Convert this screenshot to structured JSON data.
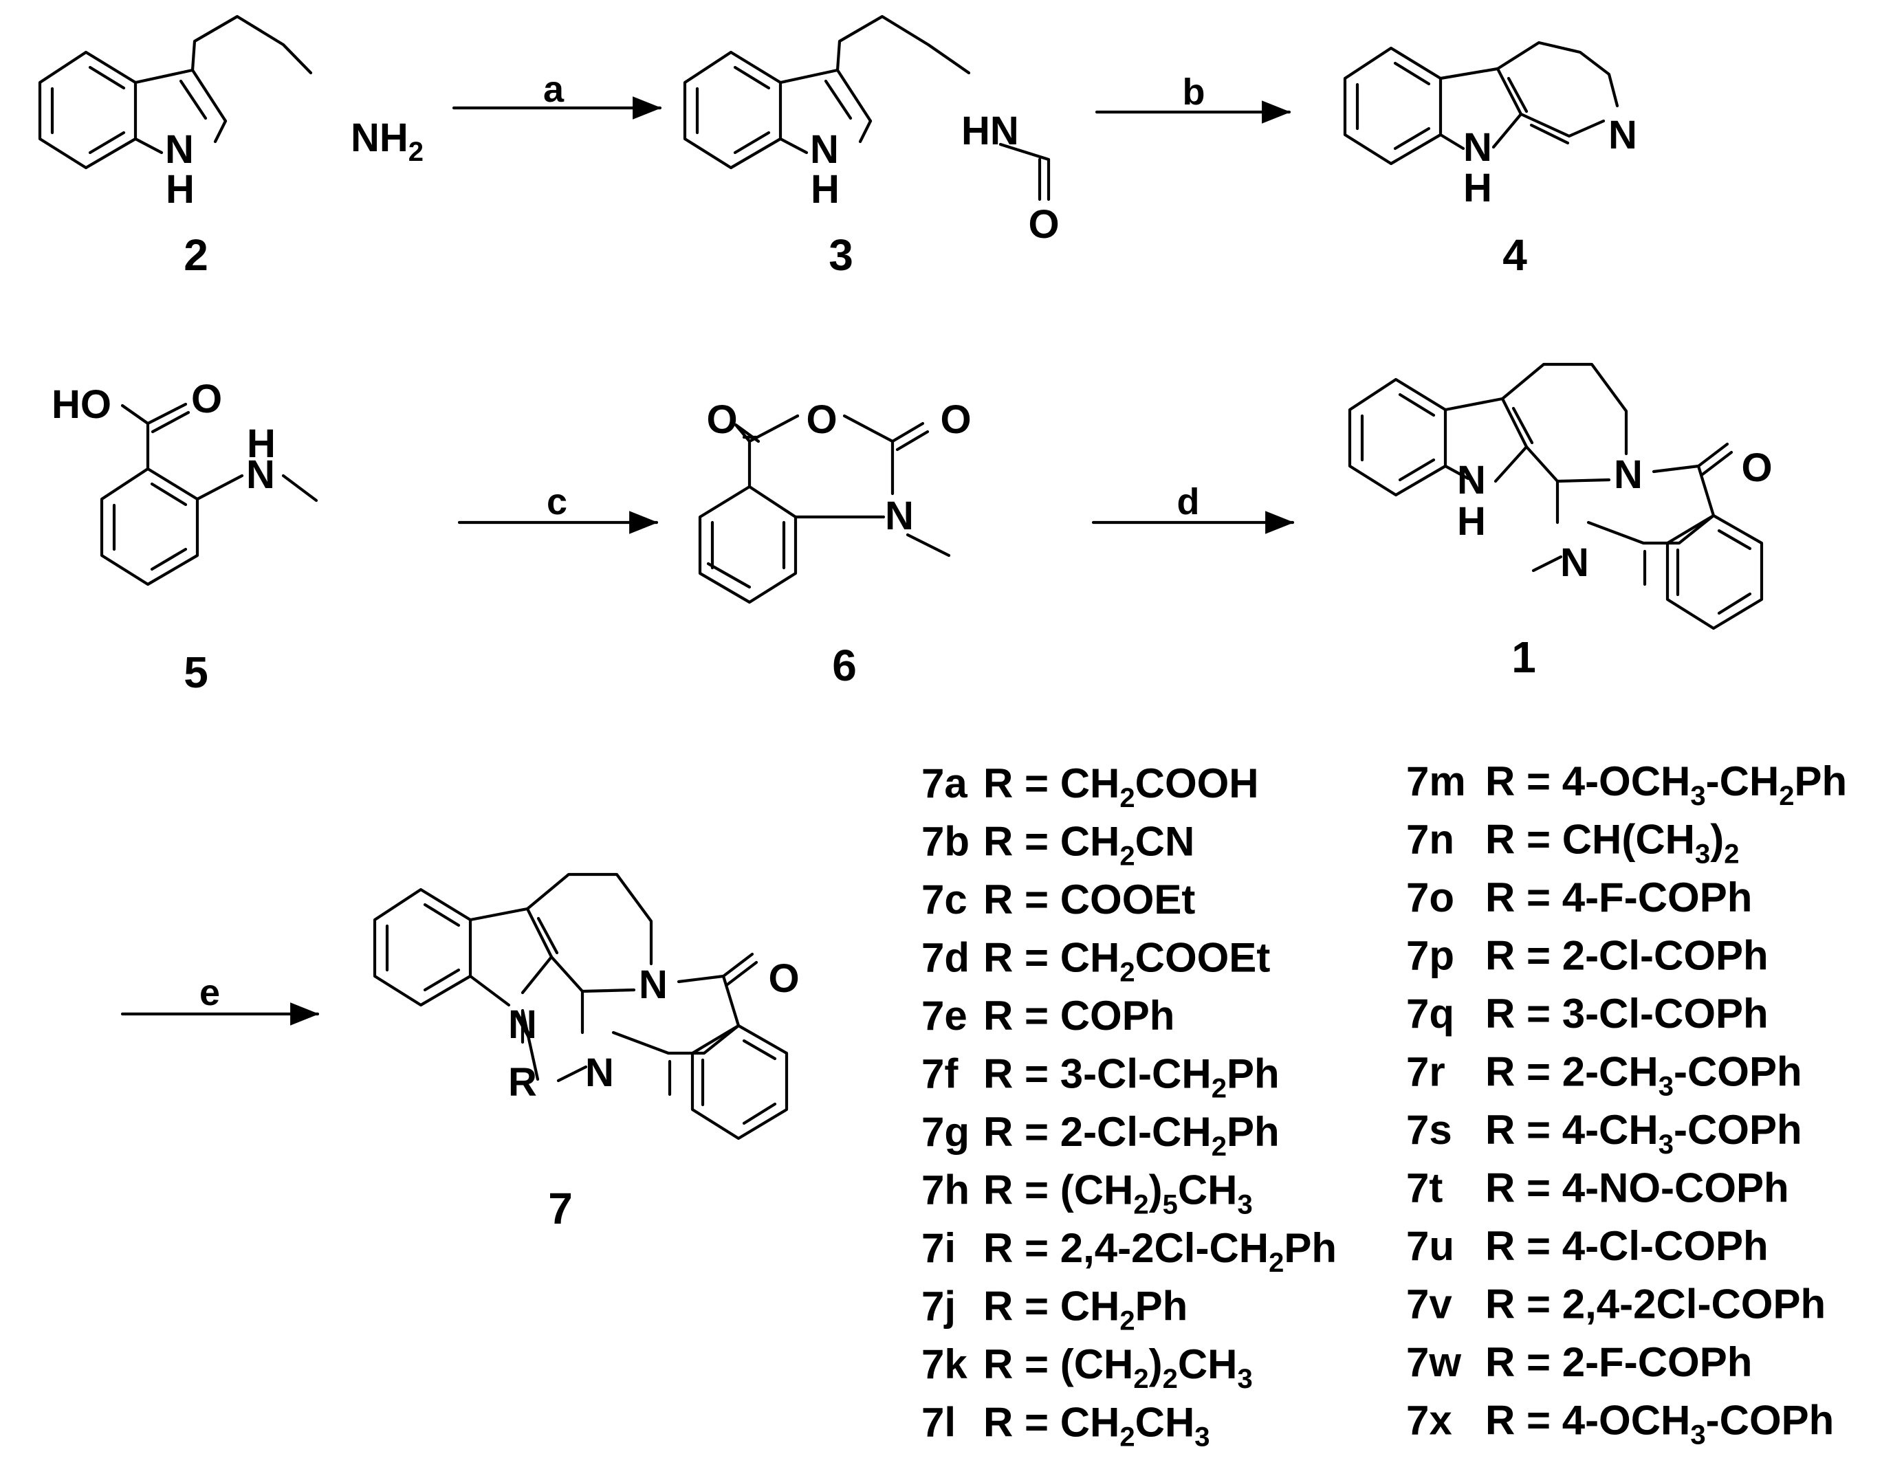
{
  "compounds": {
    "c2": "2",
    "c3": "3",
    "c4": "4",
    "c5": "5",
    "c6": "6",
    "c1": "1",
    "c7": "7"
  },
  "reagents": {
    "a": "a",
    "b": "b",
    "c": "c",
    "d": "d",
    "e": "e"
  },
  "atoms": {
    "N": "N",
    "H": "H",
    "O": "O",
    "R": "R",
    "NH": "NH",
    "HN": "HN",
    "HO": "HO",
    "NH2": "NH",
    "sub2": "2"
  },
  "substituents_left": [
    {
      "id": "7a",
      "parts": [
        {
          "t": "R = CH"
        },
        {
          "s": "2"
        },
        {
          "t": "COOH"
        }
      ]
    },
    {
      "id": "7b",
      "parts": [
        {
          "t": "R = CH"
        },
        {
          "s": "2"
        },
        {
          "t": "CN"
        }
      ]
    },
    {
      "id": "7c",
      "parts": [
        {
          "t": "R = COOEt"
        }
      ]
    },
    {
      "id": "7d",
      "parts": [
        {
          "t": "R = CH"
        },
        {
          "s": "2"
        },
        {
          "t": "COOEt"
        }
      ]
    },
    {
      "id": "7e",
      "parts": [
        {
          "t": "R = COPh"
        }
      ]
    },
    {
      "id": "7f",
      "parts": [
        {
          "t": "R = 3-Cl-CH"
        },
        {
          "s": "2"
        },
        {
          "t": "Ph"
        }
      ]
    },
    {
      "id": "7g",
      "parts": [
        {
          "t": "R = 2-Cl-CH"
        },
        {
          "s": "2"
        },
        {
          "t": "Ph"
        }
      ]
    },
    {
      "id": "7h",
      "parts": [
        {
          "t": "R = (CH"
        },
        {
          "s": "2"
        },
        {
          "t": ")"
        },
        {
          "s": "5"
        },
        {
          "t": "CH"
        },
        {
          "s": "3"
        }
      ]
    },
    {
      "id": "7i",
      "parts": [
        {
          "t": "R = 2,4-2Cl-CH"
        },
        {
          "s": "2"
        },
        {
          "t": "Ph"
        }
      ]
    },
    {
      "id": "7j",
      "parts": [
        {
          "t": "R = CH"
        },
        {
          "s": "2"
        },
        {
          "t": "Ph"
        }
      ]
    },
    {
      "id": "7k",
      "parts": [
        {
          "t": "R = (CH"
        },
        {
          "s": "2"
        },
        {
          "t": ")"
        },
        {
          "s": "2"
        },
        {
          "t": "CH"
        },
        {
          "s": "3"
        }
      ]
    },
    {
      "id": "7l",
      "parts": [
        {
          "t": "R = CH"
        },
        {
          "s": "2"
        },
        {
          "t": "CH"
        },
        {
          "s": "3"
        }
      ]
    }
  ],
  "substituents_right": [
    {
      "id": "7m",
      "parts": [
        {
          "t": "R = 4-OCH"
        },
        {
          "s": "3"
        },
        {
          "t": "-CH"
        },
        {
          "s": "2"
        },
        {
          "t": "Ph"
        }
      ]
    },
    {
      "id": "7n",
      "parts": [
        {
          "t": "R = CH(CH"
        },
        {
          "s": "3"
        },
        {
          "t": ")"
        },
        {
          "s": "2"
        }
      ]
    },
    {
      "id": "7o",
      "parts": [
        {
          "t": "R = 4-F-COPh"
        }
      ]
    },
    {
      "id": "7p",
      "parts": [
        {
          "t": "R = 2-Cl-COPh"
        }
      ]
    },
    {
      "id": "7q",
      "parts": [
        {
          "t": "R = 3-Cl-COPh"
        }
      ]
    },
    {
      "id": "7r",
      "parts": [
        {
          "t": "R = 2-CH"
        },
        {
          "s": "3"
        },
        {
          "t": "-COPh"
        }
      ]
    },
    {
      "id": "7s",
      "parts": [
        {
          "t": "R = 4-CH"
        },
        {
          "s": "3"
        },
        {
          "t": "-COPh"
        }
      ]
    },
    {
      "id": "7t",
      "parts": [
        {
          "t": "R = 4-NO-COPh"
        }
      ]
    },
    {
      "id": "7u",
      "parts": [
        {
          "t": "R = 4-Cl-COPh"
        }
      ]
    },
    {
      "id": "7v",
      "parts": [
        {
          "t": "R = 2,4-2Cl-COPh"
        }
      ]
    },
    {
      "id": "7w",
      "parts": [
        {
          "t": "R = 2-F-COPh"
        }
      ]
    },
    {
      "id": "7x",
      "parts": [
        {
          "t": "R = 4-OCH"
        },
        {
          "s": "3"
        },
        {
          "t": "-COPh"
        }
      ]
    }
  ]
}
